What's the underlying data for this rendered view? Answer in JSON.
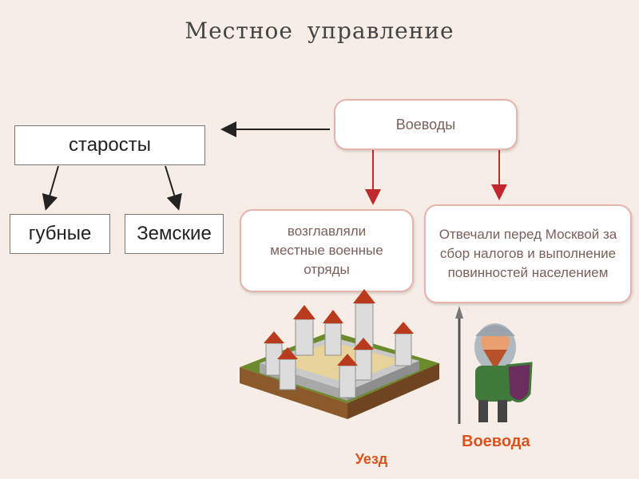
{
  "title": "Местное управление",
  "nodes": {
    "voevody": "Воеводы",
    "starosty": "старосты",
    "gubnye": "губные",
    "zemskie": "Земские",
    "headed": "возглавляли местные военные отряды",
    "responsible": "Отвечали перед Москвой за сбор налогов и выполнение повинностей населением"
  },
  "captions": {
    "uezd": "Уезд",
    "voevoda": "Воевода"
  },
  "icons": [
    "castle-illustration",
    "voevoda-warrior-illustration"
  ],
  "colors": {
    "background": "#f6eee6",
    "rounded_border": "#e5b4ad",
    "red_arrow": "#c0282d",
    "caption": "#d9531e"
  }
}
